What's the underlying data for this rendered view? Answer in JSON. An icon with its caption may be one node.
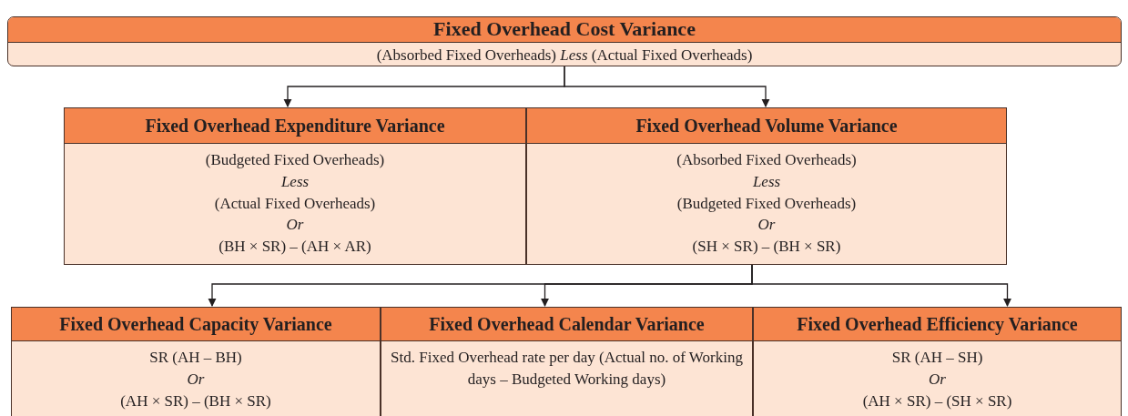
{
  "diagram": {
    "nodes": [
      {
        "text": [
          "Fixed Overhead Cost Variance",
          "(Absorbed Fixed Overheads) *Less* (Actual Fixed Overheads)"
        ]
      },
      {
        "text": [
          "Fixed Overhead Expenditure Variance",
          "(Budgeted Fixed Overheads)",
          "Less",
          "(Actual Fixed Overheads)",
          "Or",
          "(BH × SR) – (AH × AR)"
        ]
      },
      {
        "text": [
          "Fixed Overhead Volume Variance",
          "(Absorbed Fixed Overheads)",
          "Less",
          "(Budgeted Fixed Overheads)",
          "Or",
          "(SH × SR) – (BH × SR)"
        ]
      },
      {
        "text": [
          "Fixed Overhead Capacity Variance",
          "SR (AH – BH)",
          "Or",
          "(AH × SR) – (BH × SR)"
        ]
      },
      {
        "text": [
          "Fixed Overhead Calendar Variance",
          "Std. Fixed Overhead rate per day (Actual no. of Working days – Budgeted Working days)"
        ]
      },
      {
        "text": [
          "Fixed Overhead Efficiency Variance",
          "SR (AH – SH)",
          "Or",
          "(AH × SR) – (SH × SR)"
        ]
      }
    ],
    "edges": [
      {
        "from": 0,
        "to": 1,
        "arrow": "to"
      },
      {
        "from": 0,
        "to": 2,
        "arrow": "to"
      },
      {
        "from": 2,
        "to": 3,
        "arrow": "to"
      },
      {
        "from": 2,
        "to": 4,
        "arrow": "to"
      },
      {
        "from": 2,
        "to": 5,
        "arrow": "to"
      }
    ]
  }
}
